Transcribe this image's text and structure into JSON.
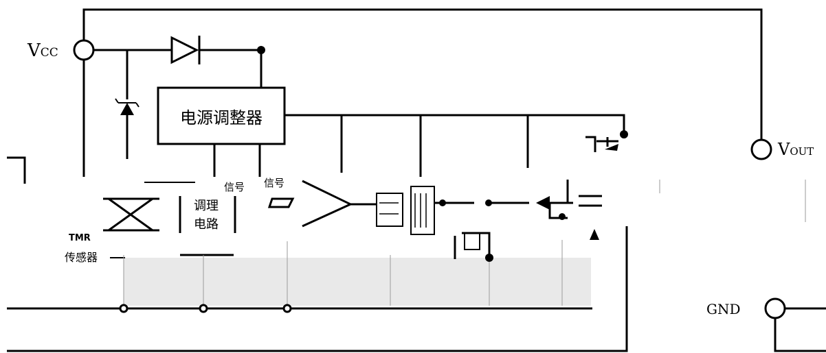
{
  "labels": {
    "vcc": "V",
    "vcc_sub": "CC",
    "vout": "V",
    "vout_sub": "OUT",
    "gnd": "GND",
    "regulator": "电源调整器",
    "signal_conditioning_line1": "调理",
    "signal_conditioning_line2": "电路",
    "signal_a": "信号",
    "signal_b": "信号",
    "tmr": "TMR",
    "tmr_sensor": "传感器"
  }
}
